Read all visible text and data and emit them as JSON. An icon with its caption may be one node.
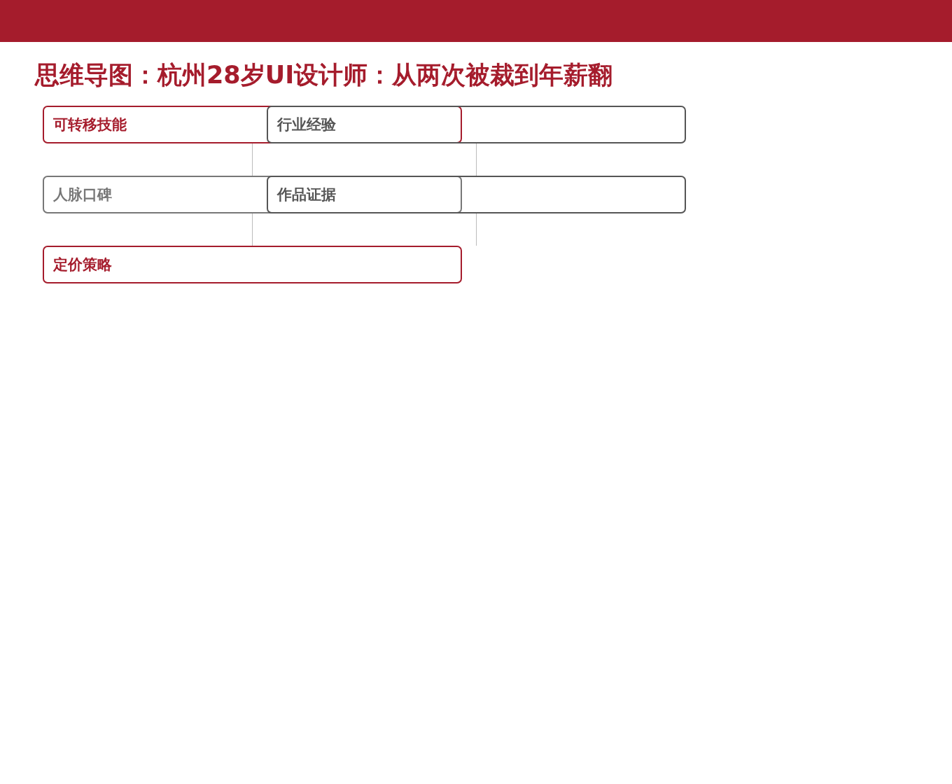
{
  "diagram": {
    "title": "思维导图：杭州28岁UI设计师：从两次被裁到年薪翻",
    "nodes": [
      {
        "text": [
          "可转移技能"
        ]
      },
      {
        "text": [
          "行业经验"
        ]
      },
      {
        "text": [
          "人脉口碑"
        ]
      },
      {
        "text": [
          "作品证据"
        ]
      },
      {
        "text": [
          "定价策略"
        ]
      }
    ],
    "edges": [
      {
        "from": 0,
        "to": 2,
        "arrow": "none"
      },
      {
        "from": 1,
        "to": 3,
        "arrow": "none"
      },
      {
        "from": 2,
        "to": 4,
        "arrow": "none"
      },
      {
        "from": 3,
        "to": null,
        "arrow": "none"
      }
    ]
  }
}
